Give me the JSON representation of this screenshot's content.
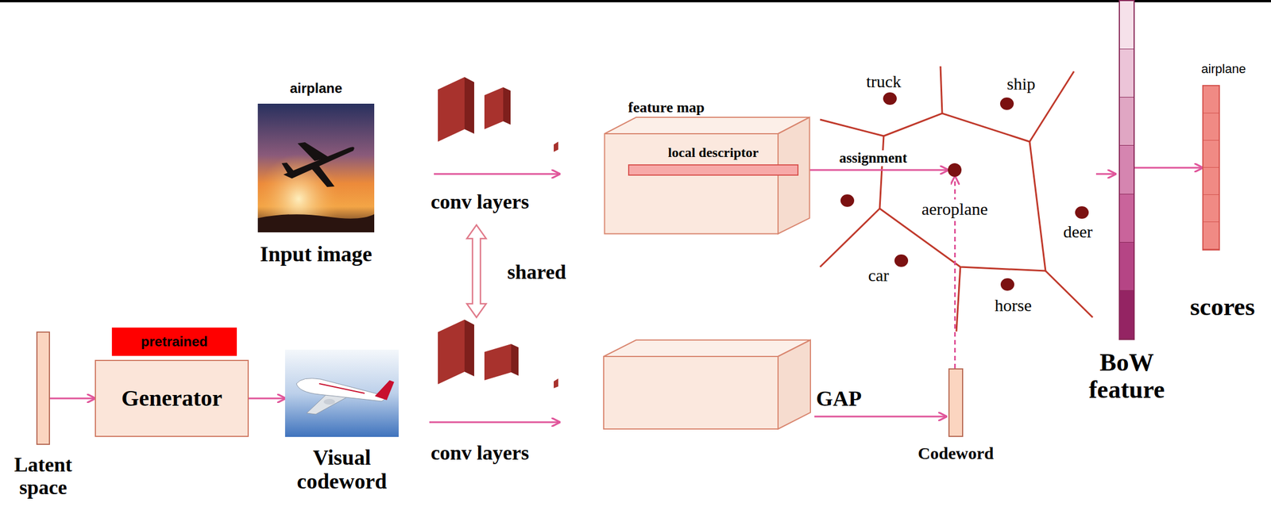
{
  "diagram": {
    "nodes": [
      {
        "text": [
          "airplane",
          "Input image"
        ]
      },
      {
        "text": [
          "feature map"
        ]
      },
      {
        "text": [
          "local descriptor"
        ],
        "in": 1
      },
      {
        "text": [
          "aeroplane"
        ]
      },
      {
        "text": [
          "BoW feature"
        ]
      },
      {
        "text": [
          "airplane",
          "scores"
        ]
      },
      {
        "text": [
          "Latent space"
        ]
      },
      {
        "text": [
          "pretrained"
        ]
      },
      {
        "text": [
          "Generator"
        ]
      },
      {
        "text": [
          "Visual codeword"
        ]
      },
      {
        "text": [
          "Codeword"
        ]
      }
    ],
    "edges": [
      {
        "from": 6,
        "to": 8,
        "arrow": "to"
      },
      {
        "from": 8,
        "to": 9,
        "arrow": "to"
      },
      {
        "from": 2,
        "to": 3,
        "label": "assignment",
        "arrow": "to"
      },
      {
        "from": 10,
        "to": 3,
        "arrow": "to"
      },
      {
        "from": 4,
        "to": 5,
        "arrow": "to"
      }
    ],
    "labels": [
      "conv layers",
      "shared",
      "conv layers",
      "truck",
      "ship",
      "deer",
      "car",
      "horse",
      "GAP"
    ]
  }
}
